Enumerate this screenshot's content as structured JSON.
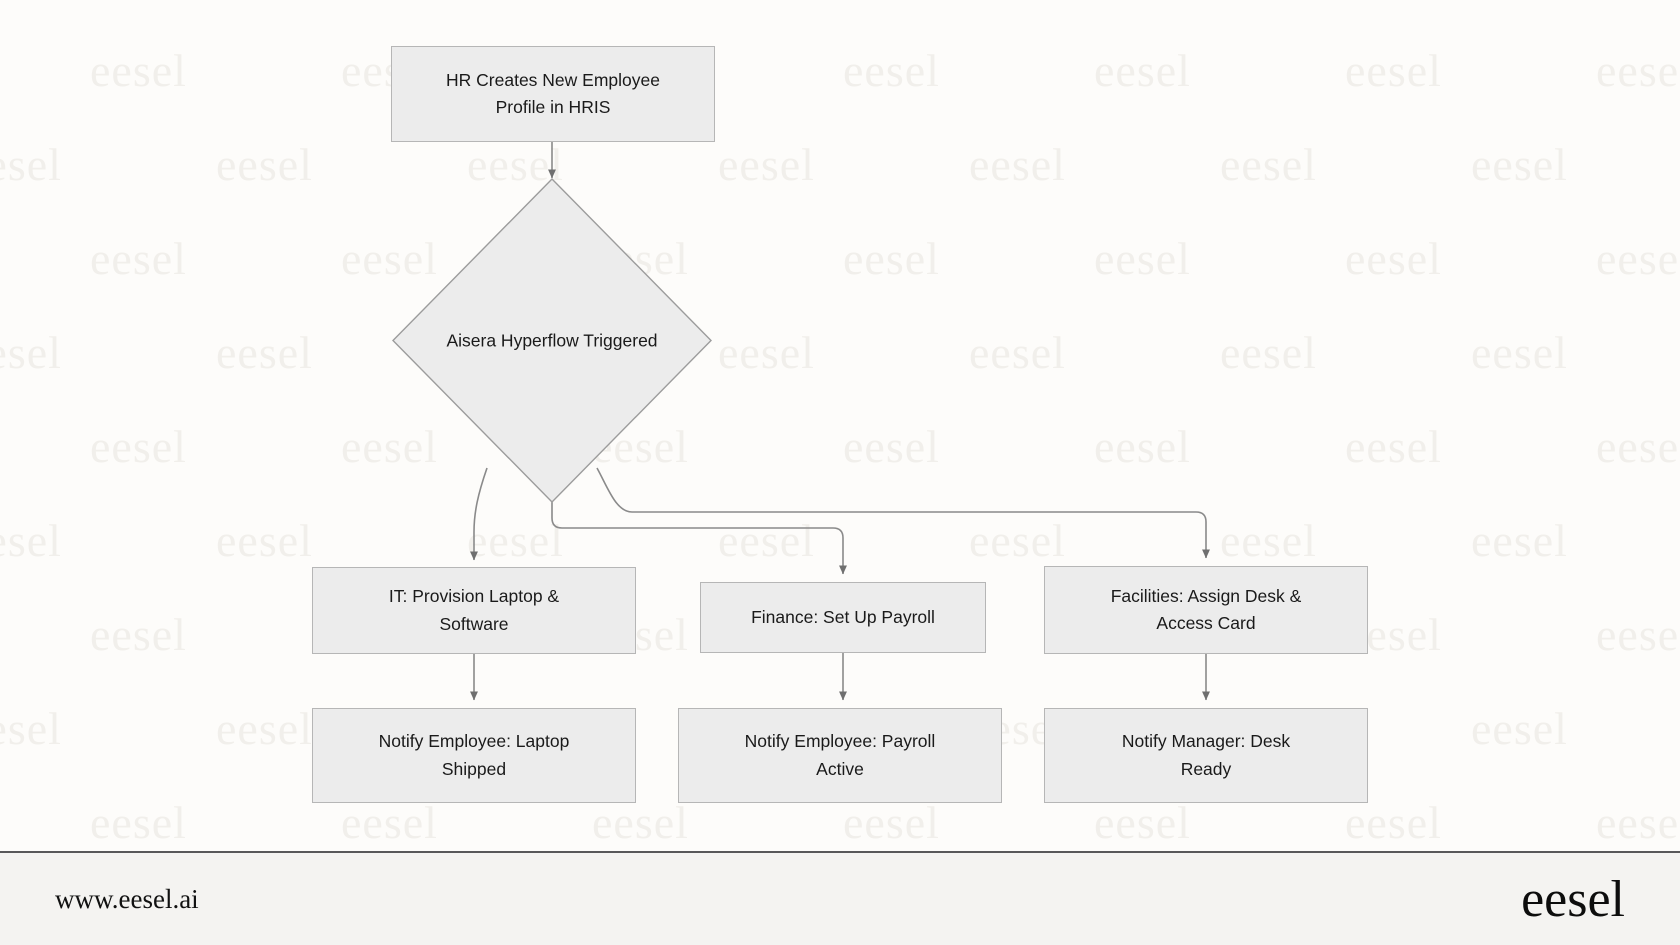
{
  "page": {
    "background_color": "#fdfcfa",
    "watermark_text": "eesel",
    "watermark_color": "#f1efeb"
  },
  "diagram": {
    "type": "flowchart",
    "direction": "top-down",
    "node_fill": "#ececec",
    "node_border": "#b6b6b6",
    "edge_color": "#6f6f6f",
    "nodes": [
      {
        "id": "hr-creates-profile",
        "shape": "rectangle",
        "label": "HR Creates New Employee\nProfile in HRIS"
      },
      {
        "id": "hyperflow-triggered",
        "shape": "diamond",
        "label": "Aisera Hyperflow Triggered"
      },
      {
        "id": "it-provision",
        "shape": "rectangle",
        "label": "IT: Provision Laptop &\nSoftware"
      },
      {
        "id": "finance-payroll",
        "shape": "rectangle",
        "label": "Finance: Set Up Payroll"
      },
      {
        "id": "facilities-desk",
        "shape": "rectangle",
        "label": "Facilities: Assign Desk &\nAccess Card"
      },
      {
        "id": "notify-laptop",
        "shape": "rectangle",
        "label": "Notify Employee: Laptop\nShipped"
      },
      {
        "id": "notify-payroll",
        "shape": "rectangle",
        "label": "Notify Employee: Payroll\nActive"
      },
      {
        "id": "notify-desk",
        "shape": "rectangle",
        "label": "Notify Manager: Desk\nReady"
      }
    ],
    "edges": [
      {
        "from": "hr-creates-profile",
        "to": "hyperflow-triggered"
      },
      {
        "from": "hyperflow-triggered",
        "to": "it-provision"
      },
      {
        "from": "hyperflow-triggered",
        "to": "finance-payroll"
      },
      {
        "from": "hyperflow-triggered",
        "to": "facilities-desk"
      },
      {
        "from": "it-provision",
        "to": "notify-laptop"
      },
      {
        "from": "finance-payroll",
        "to": "notify-payroll"
      },
      {
        "from": "facilities-desk",
        "to": "notify-desk"
      }
    ]
  },
  "footer": {
    "url": "www.eesel.ai",
    "logo": "eesel"
  }
}
